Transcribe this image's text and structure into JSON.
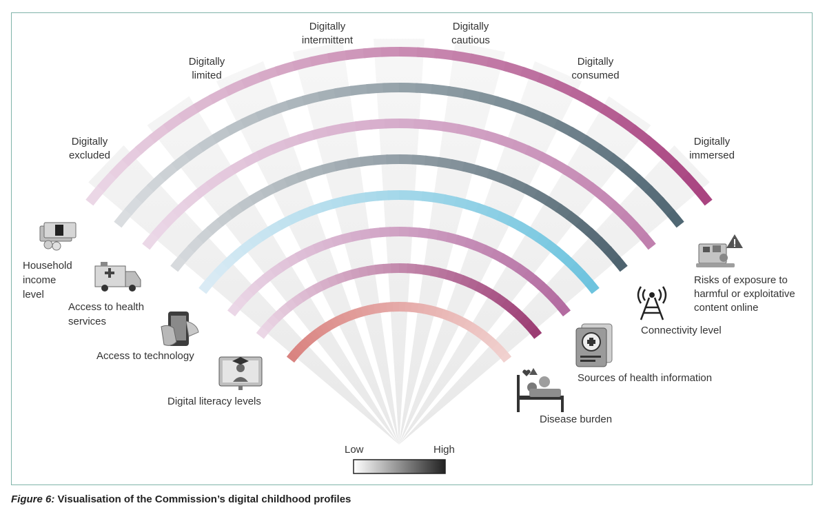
{
  "profiles": [
    {
      "line1": "Digitally",
      "line2": "excluded"
    },
    {
      "line1": "Digitally",
      "line2": "limited"
    },
    {
      "line1": "Digitally",
      "line2": "intermittent"
    },
    {
      "line1": "Digitally",
      "line2": "cautious"
    },
    {
      "line1": "Digitally",
      "line2": "consumed"
    },
    {
      "line1": "Digitally",
      "line2": "immersed"
    }
  ],
  "dimensions": [
    {
      "lines": [
        "Household",
        "income",
        "level"
      ],
      "icon": "money-icon",
      "color_low": "#ecd9e8",
      "color_high": "#a8427f"
    },
    {
      "lines": [
        "Access to health",
        "services"
      ],
      "icon": "ambulance-icon",
      "color_low": "#dcdfe2",
      "color_high": "#4f6672"
    },
    {
      "lines": [
        "Access to technology"
      ],
      "icon": "smartphone-hand-icon",
      "color_low": "#ecd9e8",
      "color_high": "#c07fad"
    },
    {
      "lines": [
        "Digital literacy levels"
      ],
      "icon": "graduate-screen-icon",
      "color_low": "#d9dcdf",
      "color_high": "#4d626e"
    },
    {
      "lines": [
        "Disease burden"
      ],
      "icon": "sick-bed-icon",
      "color_low": "#dcecf5",
      "color_high": "#6cc3de"
    },
    {
      "lines": [
        "Sources of health information"
      ],
      "icon": "medical-document-icon",
      "color_low": "#ecd9e8",
      "color_high": "#b26a9f"
    },
    {
      "lines": [
        "Connectivity level"
      ],
      "icon": "antenna-tower-icon",
      "color_low": "#ecd9e8",
      "color_high": "#9b3b72"
    },
    {
      "lines": [
        "Risks of exposure to",
        "harmful or exploitative",
        "content online"
      ],
      "icon": "warning-devices-icon",
      "color_low": "#d9827f",
      "color_high": "#f1d2d0"
    }
  ],
  "legend": {
    "low": "Low",
    "high": "High"
  },
  "caption": {
    "figure": "Figure 6:",
    "text": " Visualisation of the Commission’s digital childhood profiles"
  }
}
